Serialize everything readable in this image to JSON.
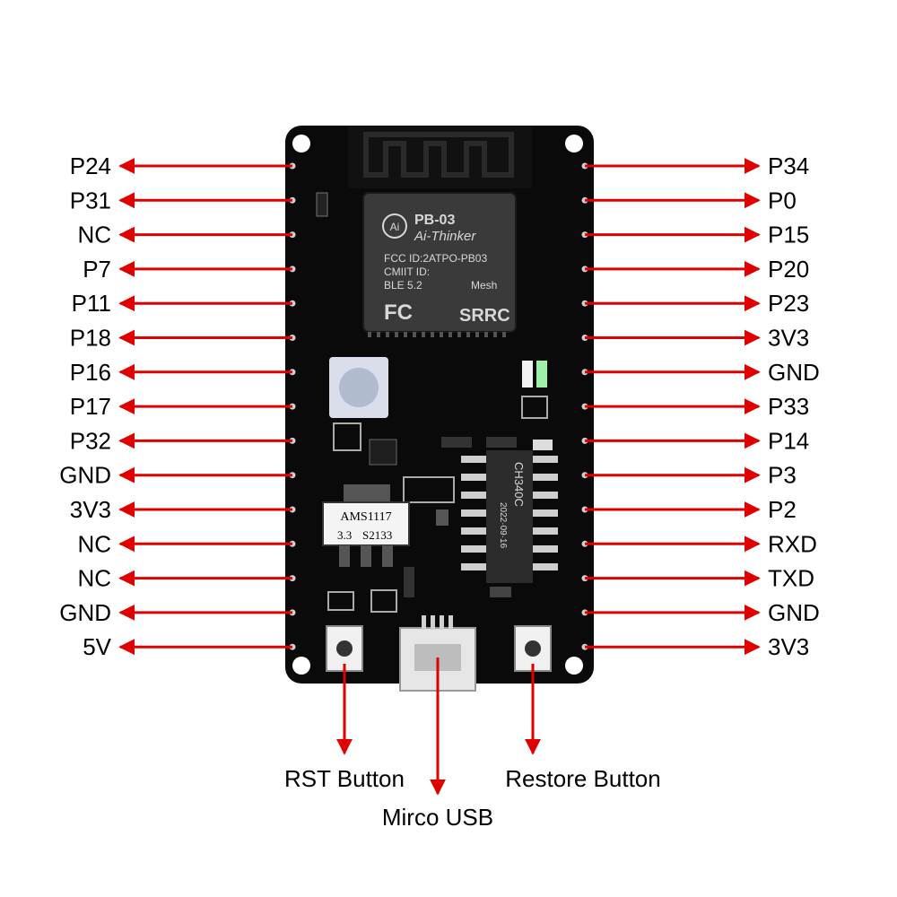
{
  "colors": {
    "arrow": "#e00000",
    "board": "#0a0a0a",
    "module": "#3a3a3a"
  },
  "left_pins": [
    "P24",
    "P31",
    "NC",
    "P7",
    "P11",
    "P18",
    "P16",
    "P17",
    "P32",
    "GND",
    "3V3",
    "NC",
    "NC",
    "GND",
    "5V"
  ],
  "right_pins": [
    "P34",
    "P0",
    "P15",
    "P20",
    "P23",
    "3V3",
    "GND",
    "P33",
    "P14",
    "P3",
    "P2",
    "RXD",
    "TXD",
    "GND",
    "3V3"
  ],
  "bottom_labels": {
    "rst": "RST Button",
    "usb": "Mirco USB",
    "restore": "Restore Button"
  },
  "module": {
    "name": "PB-03",
    "brand": "Ai-Thinker",
    "logo": "Ai",
    "fcc": "FCC ID:2ATPO-PB03",
    "cmiit": "CMIIT ID:",
    "ble": "BLE 5.2",
    "mesh": "Mesh",
    "fc_mark": "FC",
    "srrc": "SRRC"
  },
  "regulator": {
    "line1": "AMS1117",
    "line2_left": "3.3",
    "line2_right": "S2133"
  },
  "usb_chip": {
    "line1": "CH340C",
    "line2": "2022·09·16"
  }
}
